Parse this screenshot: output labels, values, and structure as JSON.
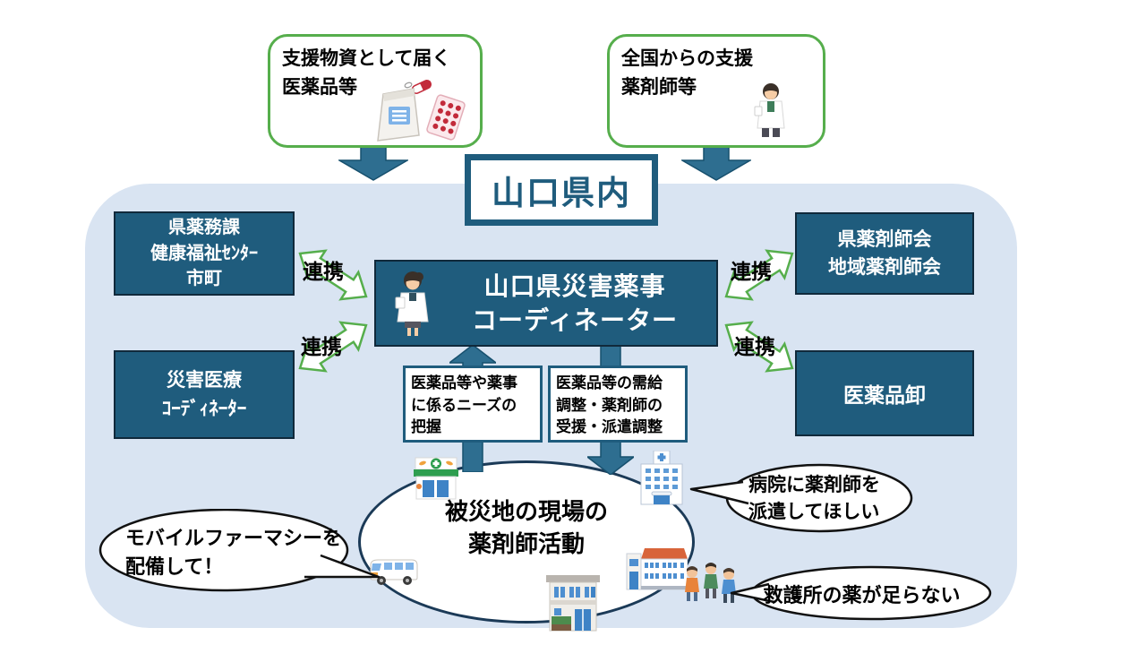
{
  "region_title": "山口県内",
  "sources": {
    "supplies_label": "支援物資として届く\n医薬品等",
    "pharmacists_label": "全国からの支援\n薬剤師等"
  },
  "coordinator_label": "山口県災害薬事\nコーディネーター",
  "organizations": {
    "pharmacy_affairs": "県薬務課\n健康福祉ｾﾝﾀｰ\n市町",
    "disaster_medical": "災害医療\nｺｰﾃﾞｨﾈｰﾀｰ",
    "pharmacist_assoc": "県薬剤師会\n地域薬剤師会",
    "wholesale": "医薬品卸"
  },
  "link_label": "連携",
  "flows": {
    "needs": "医薬品等や薬事\nに係るニーズの\n把握",
    "supply_adjust": "医薬品等の需給\n調整・薬剤師の\n受援・派遣調整"
  },
  "field_activity": "被災地の現場の\n薬剤師活動",
  "bubbles": {
    "mobile_pharmacy": "モバイルファーマシーを\n配備して！",
    "hospital_request": "病院に薬剤師を\n派遣してほしい",
    "shelter_shortage": "救護所の薬が足らない"
  },
  "icons": {
    "medicine_bag": "medicine-bag-icon",
    "blister_pack": "blister-pack-icon",
    "pharmacist_male": "pharmacist-male-icon",
    "pharmacist_female": "pharmacist-female-icon",
    "pharmacy": "pharmacy-icon",
    "hospital": "hospital-icon",
    "drugstore": "drugstore-building-icon",
    "shelter": "shelter-building-icon",
    "van": "mobile-pharmacy-van-icon",
    "people": "evacuees-icon"
  },
  "colors": {
    "teal": "#1F5C7D",
    "arrow_teal": "#2E6E90",
    "panel_blue": "#D9E4F2",
    "green": "#56AE4C"
  }
}
